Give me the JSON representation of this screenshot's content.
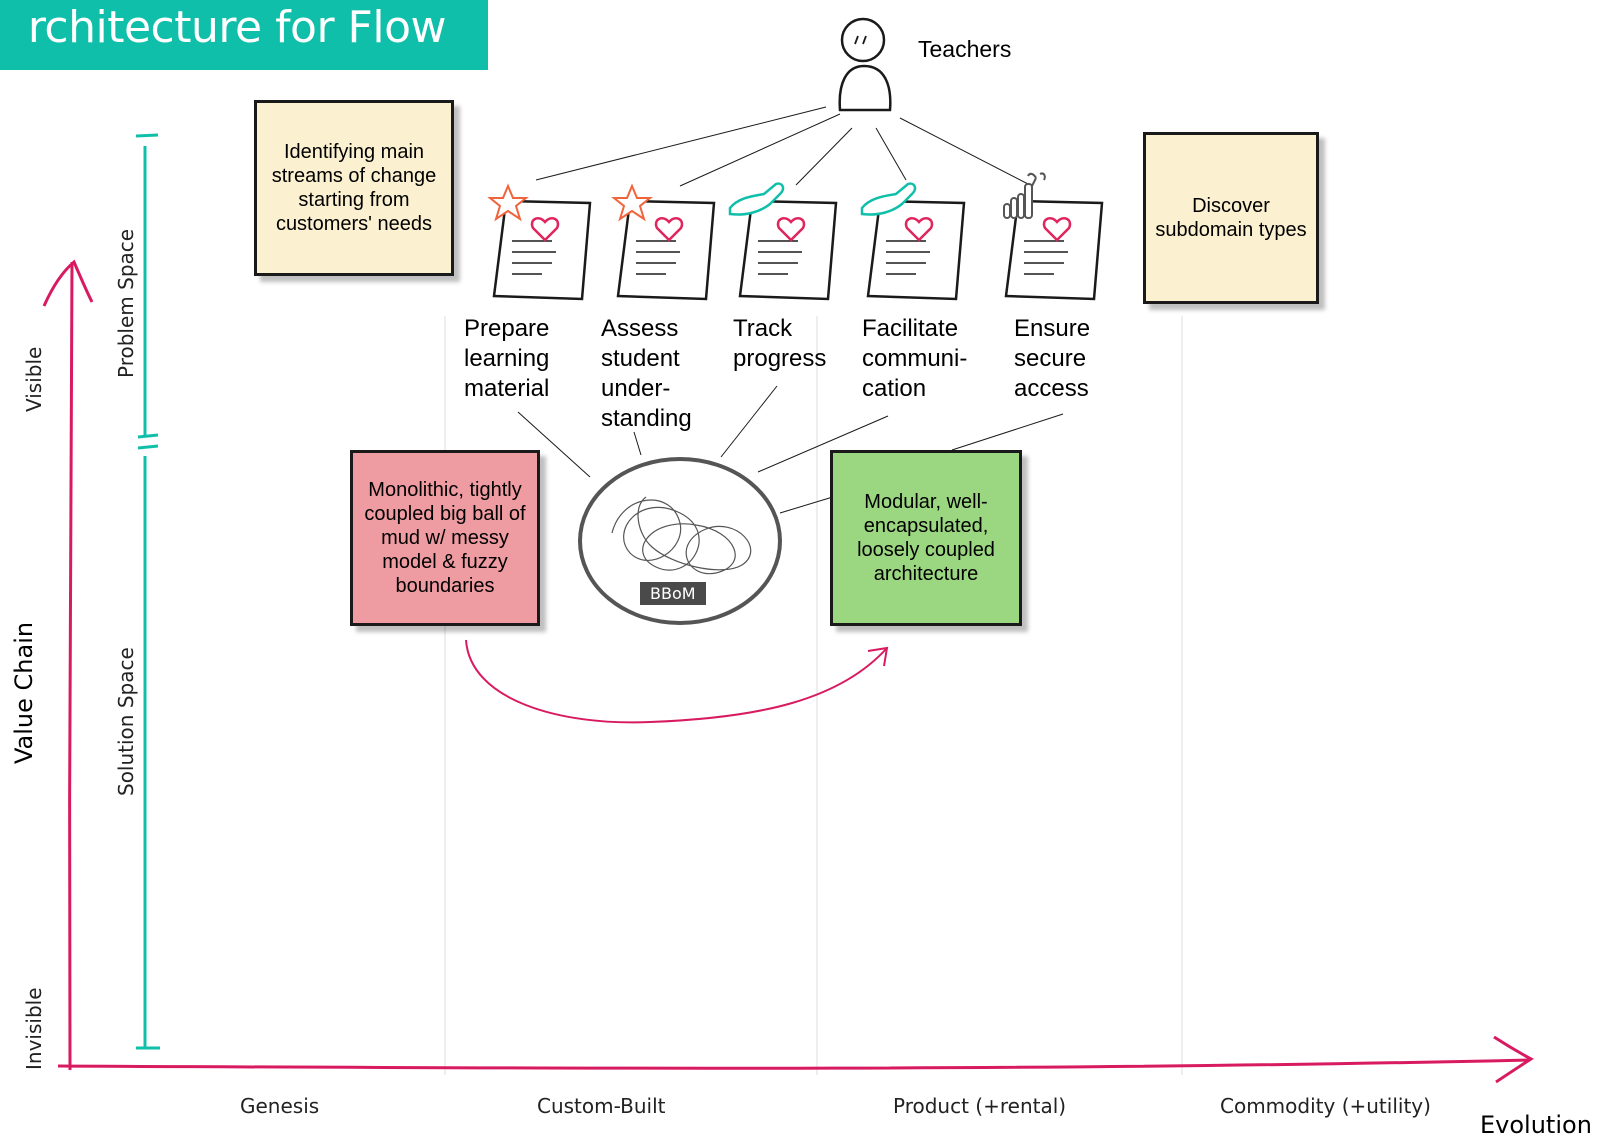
{
  "title": "rchitecture for Flow",
  "user": {
    "label": "Teachers",
    "icon": "stick-figure-icon"
  },
  "notes": {
    "identifying": "Identifying main streams of change starting from customers' needs",
    "discover": "Discover subdomain types",
    "monolithic": "Monolithic, tightly coupled big ball of mud w/ messy model & fuzzy boundaries",
    "modular": "Modular, well-encapsulated, loosely coupled architecture"
  },
  "needs": [
    {
      "line1": "Prepare",
      "line2": "learning",
      "line3": "material",
      "line4": "",
      "icon": "star-icon"
    },
    {
      "line1": "Assess",
      "line2": "student",
      "line3": "under-",
      "line4": "standing",
      "icon": "star-icon"
    },
    {
      "line1": "Track",
      "line2": "progress",
      "line3": "",
      "line4": "",
      "icon": "handshake-icon"
    },
    {
      "line1": "Facilitate",
      "line2": "communi-",
      "line3": "cation",
      "line4": "",
      "icon": "handshake-icon"
    },
    {
      "line1": "Ensure",
      "line2": "secure",
      "line3": "access",
      "line4": "",
      "icon": "wrench-hand-icon"
    }
  ],
  "bbom": "BBoM",
  "y_axis": {
    "title": "Value Chain",
    "top": "Visible",
    "bottom": "Invisible",
    "problem": "Problem Space",
    "solution": "Solution Space"
  },
  "x_axis": {
    "title": "Evolution",
    "stages": [
      "Genesis",
      "Custom-Built",
      "Product (+rental)",
      "Commodity (+utility)"
    ]
  },
  "colors": {
    "banner": "#10bfaa",
    "axis": "#d81b60",
    "space_bracket": "#10bfaa",
    "sticky_yellow": "#fbf0d0",
    "sticky_red": "#ef9ba2",
    "sticky_green": "#9bd680"
  }
}
